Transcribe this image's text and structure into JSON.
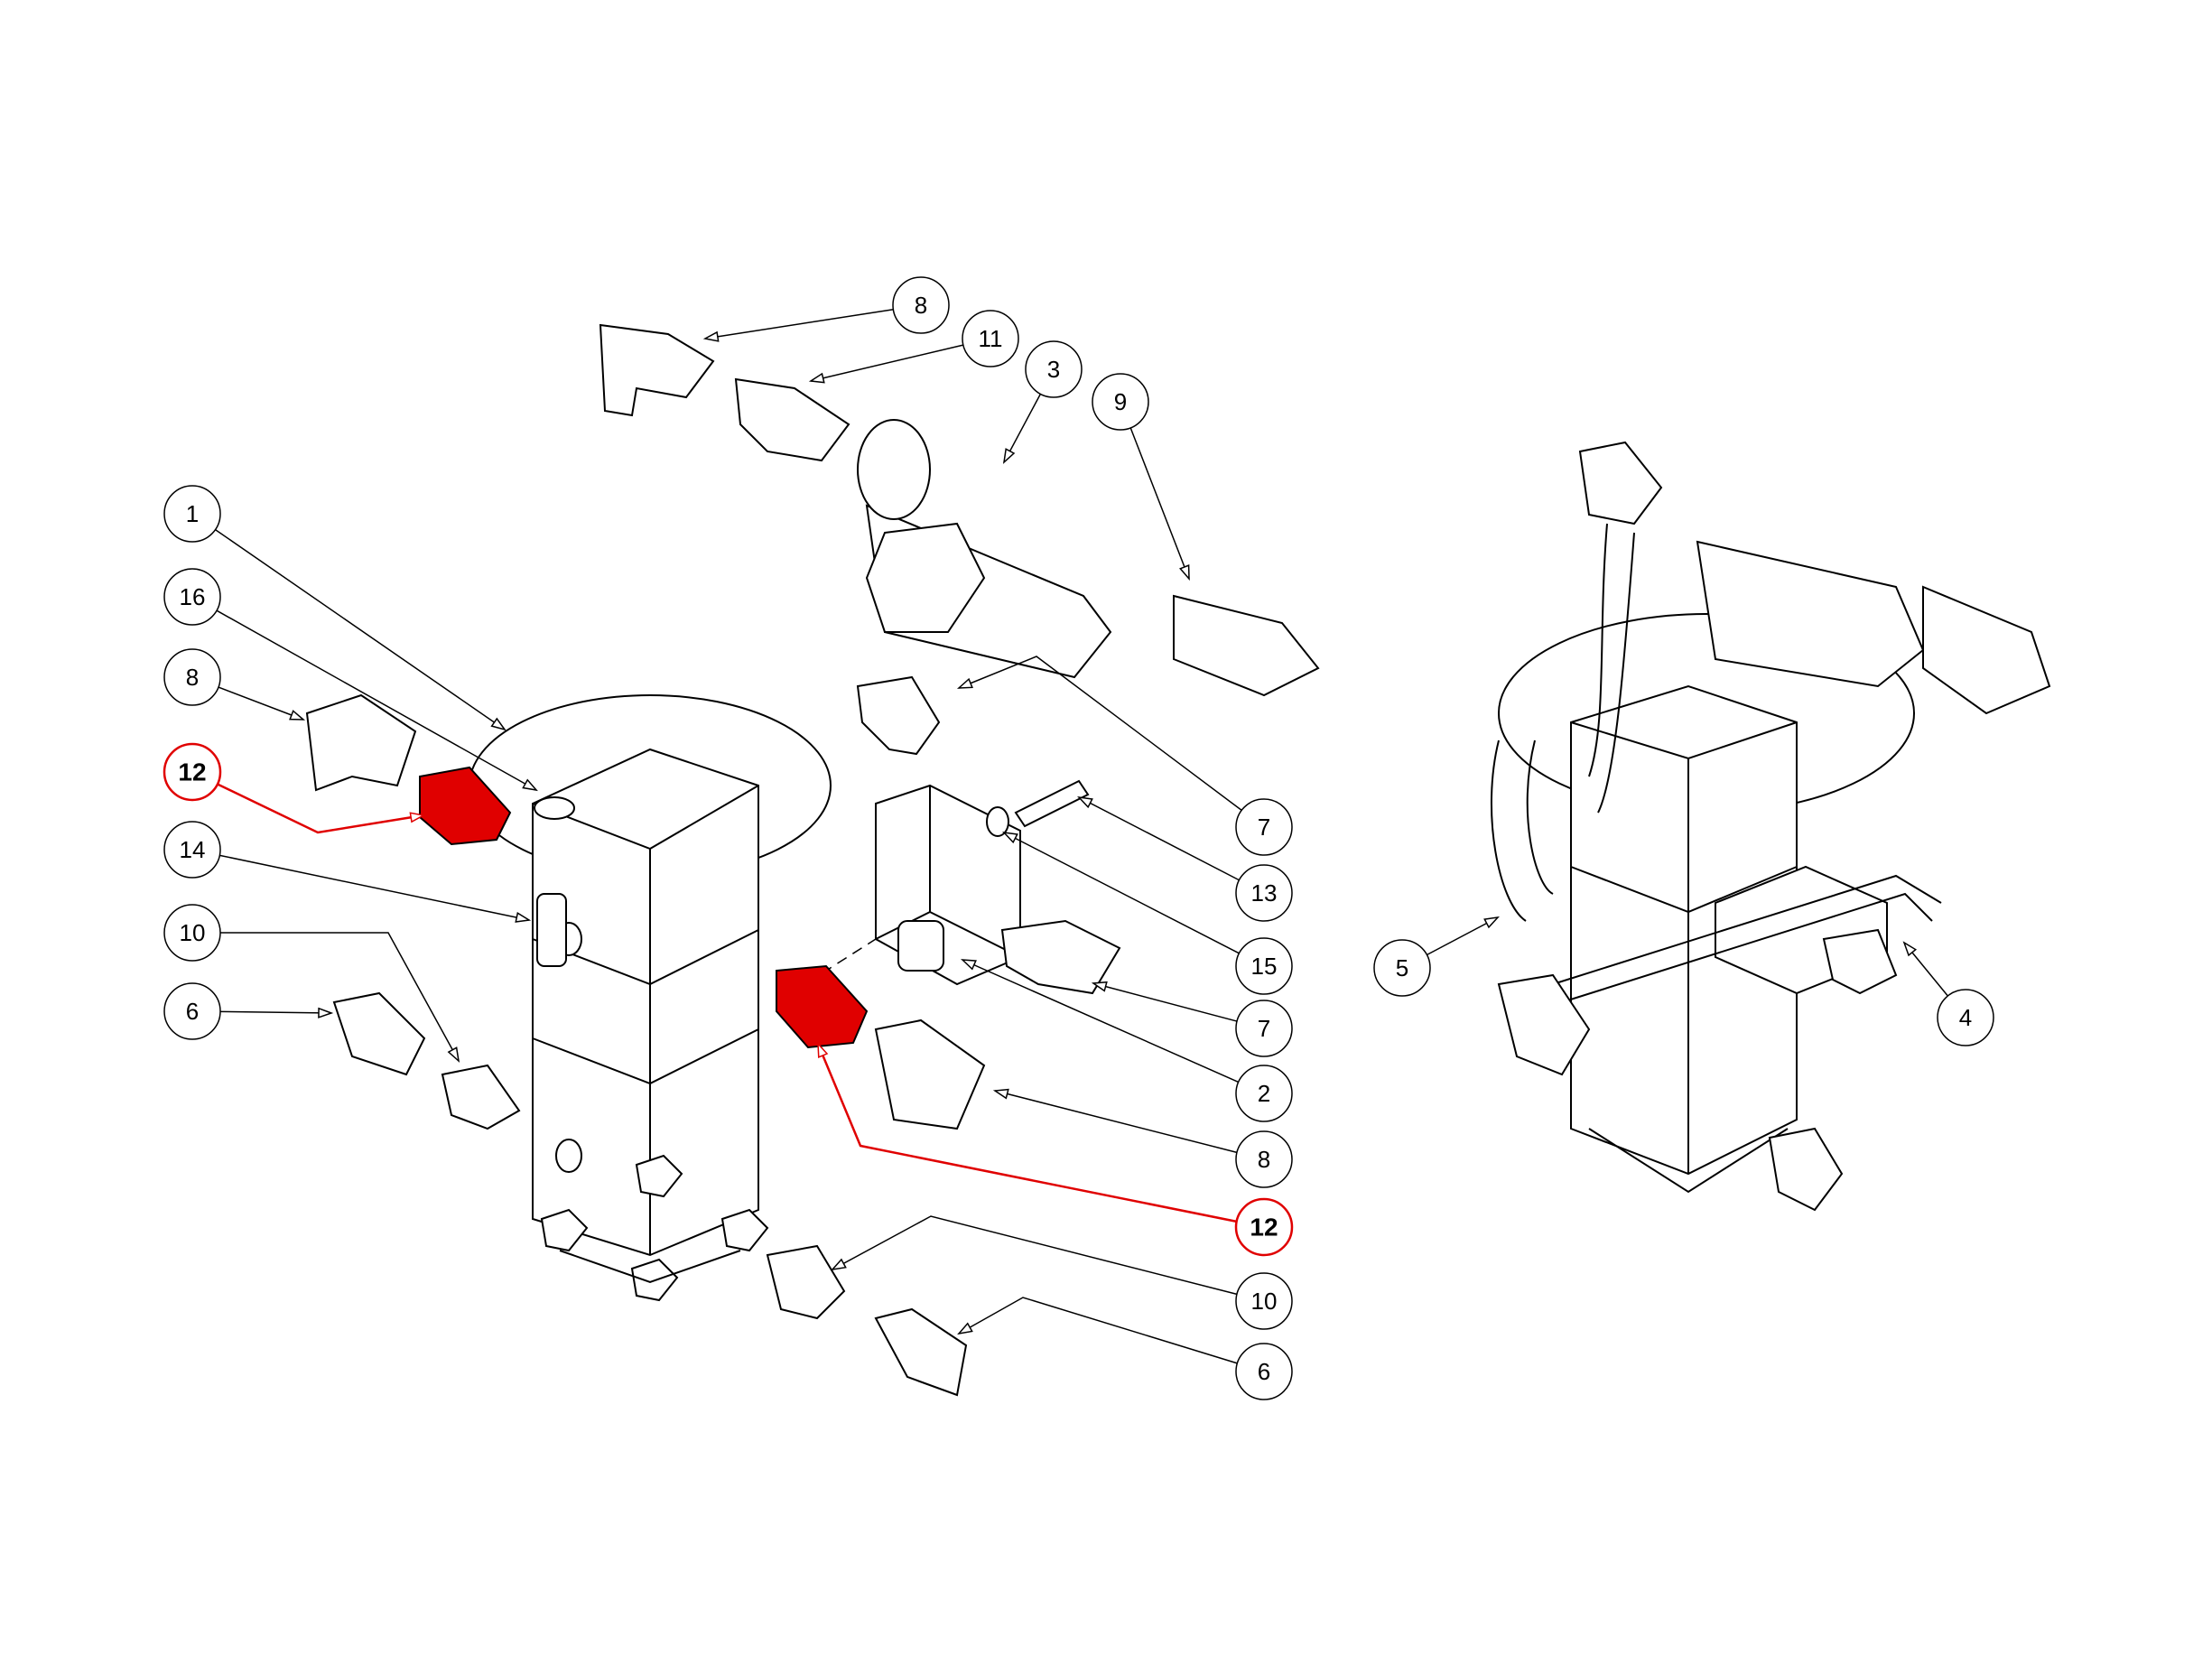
{
  "diagram": {
    "highlight_color": "#e00000",
    "callouts": [
      {
        "id": "c8a",
        "label": "8",
        "highlight": false
      },
      {
        "id": "c11",
        "label": "11",
        "highlight": false
      },
      {
        "id": "c3",
        "label": "3",
        "highlight": false
      },
      {
        "id": "c9",
        "label": "9",
        "highlight": false
      },
      {
        "id": "c1",
        "label": "1",
        "highlight": false
      },
      {
        "id": "c16",
        "label": "16",
        "highlight": false
      },
      {
        "id": "c8b",
        "label": "8",
        "highlight": false
      },
      {
        "id": "c12a",
        "label": "12",
        "highlight": true
      },
      {
        "id": "c14",
        "label": "14",
        "highlight": false
      },
      {
        "id": "c10a",
        "label": "10",
        "highlight": false
      },
      {
        "id": "c6a",
        "label": "6",
        "highlight": false
      },
      {
        "id": "c7a",
        "label": "7",
        "highlight": false
      },
      {
        "id": "c13",
        "label": "13",
        "highlight": false
      },
      {
        "id": "c15",
        "label": "15",
        "highlight": false
      },
      {
        "id": "c7b",
        "label": "7",
        "highlight": false
      },
      {
        "id": "c2",
        "label": "2",
        "highlight": false
      },
      {
        "id": "c8c",
        "label": "8",
        "highlight": false
      },
      {
        "id": "c12b",
        "label": "12",
        "highlight": true
      },
      {
        "id": "c10b",
        "label": "10",
        "highlight": false
      },
      {
        "id": "c6b",
        "label": "6",
        "highlight": false
      },
      {
        "id": "c5",
        "label": "5",
        "highlight": false
      },
      {
        "id": "c4",
        "label": "4",
        "highlight": false
      }
    ]
  }
}
